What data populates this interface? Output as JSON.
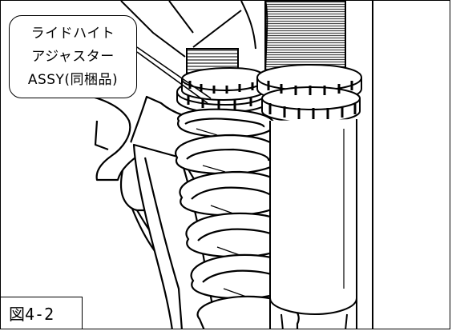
{
  "callout": {
    "lines": [
      "ライドハイト",
      "アジャスター",
      "ASSY(同梱品)"
    ]
  },
  "figure_label": "図4-2",
  "colors": {
    "line": "#000000",
    "background": "#ffffff",
    "shade": "#555555"
  }
}
